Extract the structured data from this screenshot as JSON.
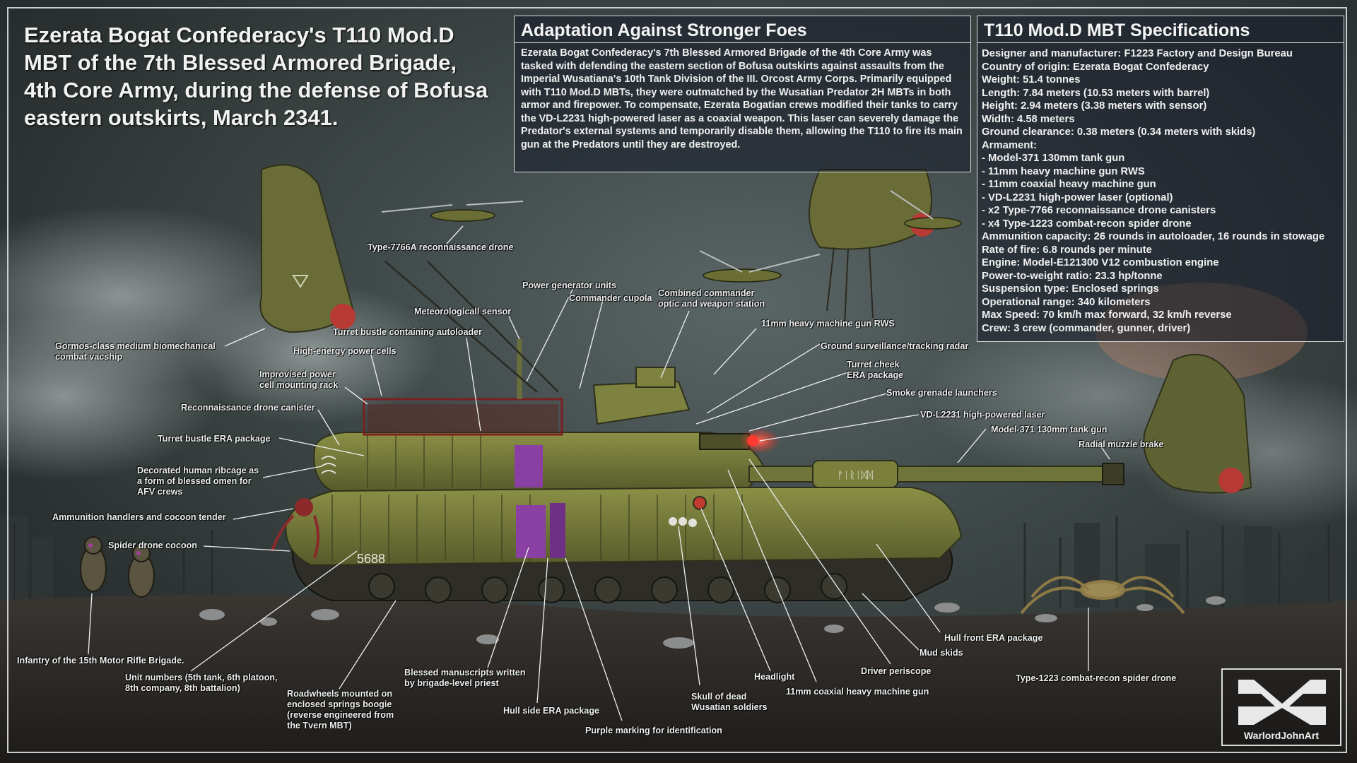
{
  "title": "Ezerata Bogat Confederacy's T110 Mod.D MBT of the 7th Blessed Armored Brigade, 4th Core Army, during the defense of Bofusa eastern outskirts, March 2341.",
  "story": {
    "heading": "Adaptation Against Stronger Foes",
    "text": "Ezerata Bogat Confederacy's 7th Blessed Armored Brigade of the 4th Core Army was tasked with defending the eastern section of Bofusa outskirts against assaults from the Imperial Wusatiana's 10th Tank Division of the III. Orcost Army Corps. Primarily equipped with T110 Mod.D MBTs, they were outmatched by the Wusatian Predator 2H MBTs in both armor and firepower. To compensate, Ezerata Bogatian crews modified their tanks to carry the VD-L2231 high-powered laser as a coaxial weapon. This laser can severely damage the Predator's external systems and temporarily disable them, allowing the T110 to fire its main gun at the Predators until they are destroyed."
  },
  "specs": {
    "heading": "T110 Mod.D MBT Specifications",
    "lines": [
      "Designer and manufacturer: F1223 Factory and Design Bureau",
      "Country of origin: Ezerata Bogat Confederacy",
      "Weight: 51.4 tonnes",
      "Length: 7.84 meters (10.53 meters with barrel)",
      "Height: 2.94 meters (3.38 meters with sensor)",
      "Width: 4.58 meters",
      "Ground clearance: 0.38 meters (0.34 meters with skids)",
      "Armament:",
      "- Model-371 130mm tank gun",
      "- 11mm heavy machine gun RWS",
      "- 11mm coaxial heavy machine gun",
      "- VD-L2231 high-power laser (optional)",
      "- x2 Type-7766 reconnaissance drone canisters",
      "- x4 Type-1223 combat-recon spider drone",
      "Ammunition capacity: 26 rounds in autoloader, 16 rounds in stowage",
      "Rate of fire: 6.8 rounds per minute",
      "Engine: Model-E121300 V12 combustion engine",
      "Power-to-weight ratio: 23.3 hp/tonne",
      "Suspension type: Enclosed springs",
      "Operational range: 340 kilometers",
      "Max Speed: 70 km/h max forward, 32 km/h reverse",
      "Crew: 3 crew (commander, gunner, driver)"
    ]
  },
  "labels": {
    "recon_drone": "Type-7766A reconnaissance drone",
    "vacship": "Gormos-class medium biomechanical\ncombat vacship",
    "power_gen": "Power generator units",
    "cupola": "Commander cupola",
    "optic": "Combined commander\noptic and weapon station",
    "meteo": "Meteorologicall sensor",
    "bustle_autoloader": "Turret bustle containing autoloader",
    "power_cells": "High-energy power cells",
    "mount_rack": "Improvised power\ncell mounting rack",
    "drone_canister": "Reconnaissance drone canister",
    "bustle_era": "Turret bustle ERA package",
    "ribcage": "Decorated human ribcage as\na form of blessed omen for\nAFV crews",
    "ammo_handlers": "Ammunition handlers and cocoon tender",
    "spider_cocoon": "Spider drone cocoon",
    "infantry": "Infantry of the 15th Motor Rifle Brigade.",
    "unit_numbers": "Unit numbers (5th tank, 6th platoon,\n8th company, 8th battalion)",
    "roadwheels": "Roadwheels mounted on\nenclosed springs boogie\n(reverse engineered from\nthe Tvern MBT)",
    "manuscripts": "Blessed manuscripts written\nby brigade-level priest",
    "hull_side_era": "Hull side ERA package",
    "purple_marking": "Purple marking for identification",
    "skull": "Skull of dead\nWusatian soldiers",
    "headlight": "Headlight",
    "coax_mg": "11mm coaxial heavy machine gun",
    "driver_periscope": "Driver periscope",
    "mud_skids": "Mud skids",
    "hull_front_era": "Hull front ERA package",
    "spider_drone": "Type-1223 combat-recon spider drone",
    "hmg_rws": "11mm heavy machine gun RWS",
    "radar": "Ground surveillance/tracking radar",
    "turret_cheek": "Turret cheek\nERA package",
    "smoke": "Smoke grenade launchers",
    "laser": "VD-L2231 high-powered laser",
    "main_gun": "Model-371 130mm tank gun",
    "muzzle": "Radial muzzle brake"
  },
  "markings": {
    "hull_number": "5688",
    "gun_script": "ᚠᛁᚱᛁᛞᛞ"
  },
  "logo": {
    "text": "WarlordJohnArt"
  },
  "colors": {
    "hull_olive": "#7a7f3c",
    "hull_dark": "#4f5426",
    "purple": "#8a3fa3",
    "laser_red": "#ff3a30",
    "sky": "#3e4747",
    "ground": "#2a2724"
  }
}
